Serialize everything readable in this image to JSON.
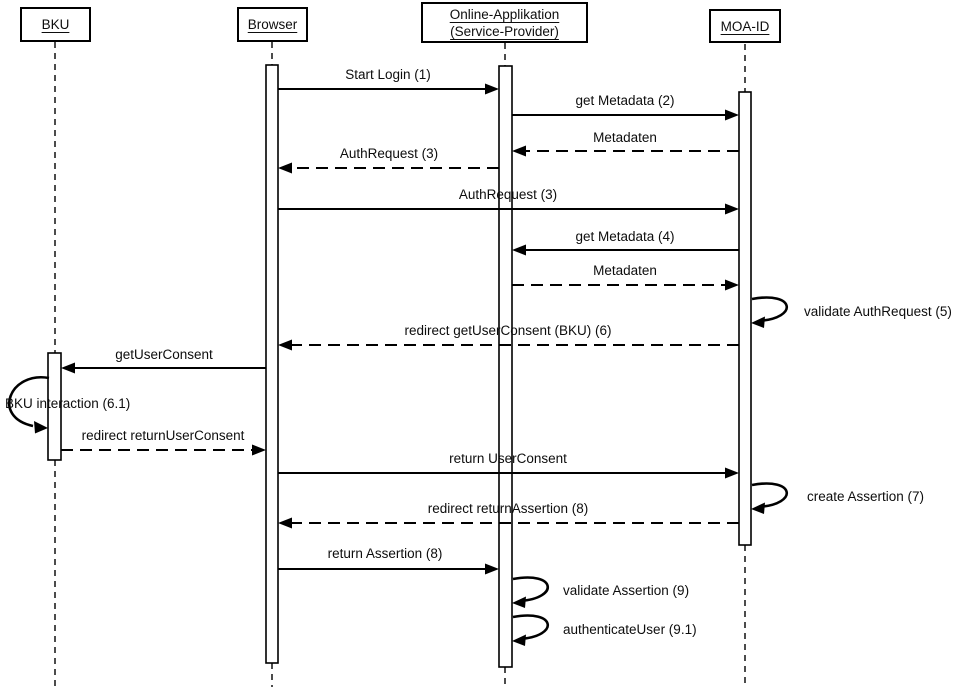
{
  "diagram_type": "uml-sequence-diagram",
  "actors": [
    {
      "name": "BKU"
    },
    {
      "name": "Browser"
    },
    {
      "name": "Online-Applikation (Service-Provider)"
    },
    {
      "name": "MOA-ID"
    }
  ],
  "messages": [
    {
      "label": "Start Login (1)",
      "from": "Browser",
      "to": "Online-Applikation (Service-Provider)",
      "line": "solid"
    },
    {
      "label": "get Metadata (2)",
      "from": "Online-Applikation (Service-Provider)",
      "to": "MOA-ID",
      "line": "solid"
    },
    {
      "label": "Metadaten",
      "from": "MOA-ID",
      "to": "Online-Applikation (Service-Provider)",
      "line": "dashed"
    },
    {
      "label": "AuthRequest (3)",
      "from": "Online-Applikation (Service-Provider)",
      "to": "Browser",
      "line": "dashed"
    },
    {
      "label": "AuthRequest (3)",
      "from": "Browser",
      "to": "MOA-ID",
      "line": "solid"
    },
    {
      "label": "get Metadata (4)",
      "from": "MOA-ID",
      "to": "Online-Applikation (Service-Provider)",
      "line": "solid"
    },
    {
      "label": "Metadaten",
      "from": "Online-Applikation (Service-Provider)",
      "to": "MOA-ID",
      "line": "dashed"
    },
    {
      "label": "validate AuthRequest (5)",
      "from": "MOA-ID",
      "to": "MOA-ID",
      "line": "self"
    },
    {
      "label": "redirect getUserConsent (BKU) (6)",
      "from": "MOA-ID",
      "to": "Browser",
      "line": "dashed"
    },
    {
      "label": "getUserConsent",
      "from": "Browser",
      "to": "BKU",
      "line": "solid"
    },
    {
      "label": "BKU interaction (6.1)",
      "from": "BKU",
      "to": "BKU",
      "line": "self"
    },
    {
      "label": "redirect returnUserConsent",
      "from": "BKU",
      "to": "Browser",
      "line": "dashed"
    },
    {
      "label": "return UserConsent",
      "from": "Browser",
      "to": "MOA-ID",
      "line": "solid"
    },
    {
      "label": "create Assertion (7)",
      "from": "MOA-ID",
      "to": "MOA-ID",
      "line": "self"
    },
    {
      "label": "redirect returnAssertion (8)",
      "from": "MOA-ID",
      "to": "Browser",
      "line": "dashed"
    },
    {
      "label": "return Assertion (8)",
      "from": "Browser",
      "to": "Online-Applikation (Service-Provider)",
      "line": "solid"
    },
    {
      "label": "validate Assertion (9)",
      "from": "Online-Applikation (Service-Provider)",
      "to": "Online-Applikation (Service-Provider)",
      "line": "self"
    },
    {
      "label": "authenticateUser (9.1)",
      "from": "Online-Applikation (Service-Provider)",
      "to": "Online-Applikation (Service-Provider)",
      "line": "self"
    }
  ]
}
